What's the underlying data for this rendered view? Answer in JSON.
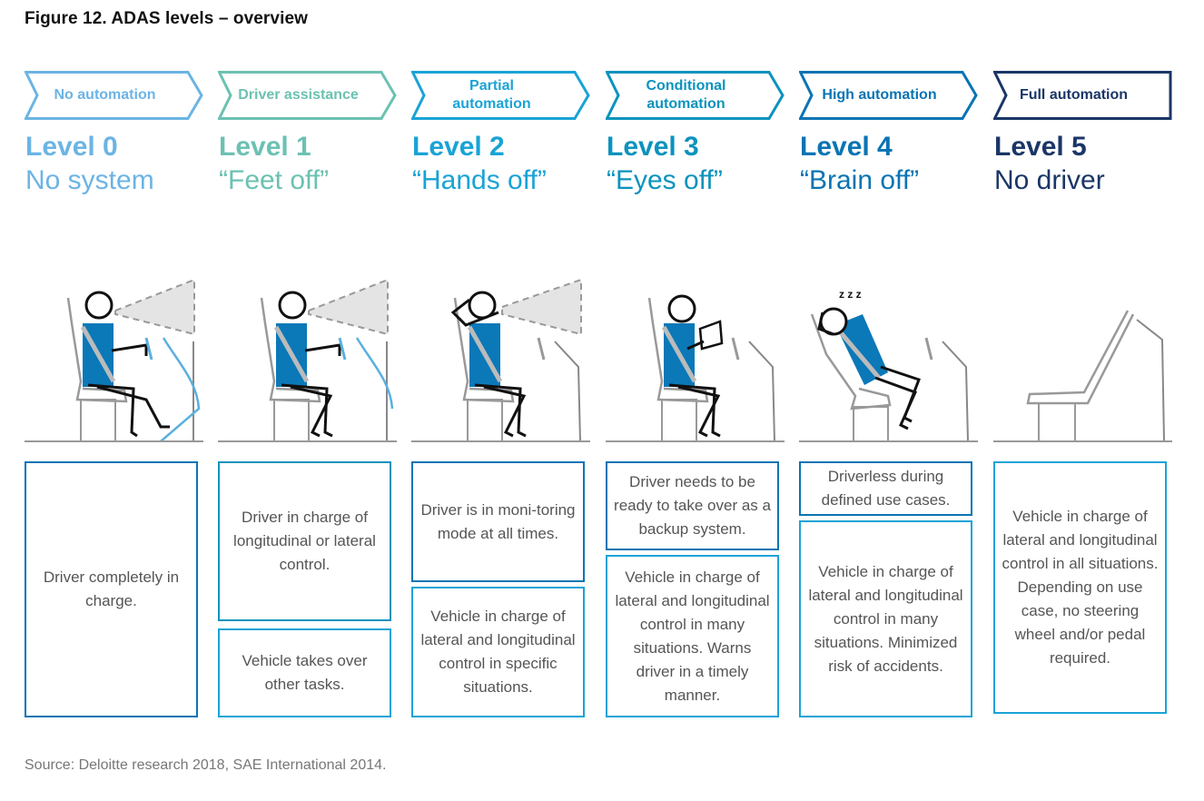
{
  "figure_title": "Figure 12. ADAS levels – overview",
  "levels": [
    {
      "automation": "No automation",
      "level": "Level 0",
      "subtitle": "No system",
      "color": "#6cb4e4",
      "driver_role": "Driver completely in charge."
    },
    {
      "automation": "Driver assistance",
      "level": "Level 1",
      "subtitle": "“Feet off”",
      "color": "#6cc1b2",
      "driver_role": "Driver in charge of longitudinal or lateral control.",
      "vehicle_role": "Vehicle takes over other tasks."
    },
    {
      "automation": "Partial\nautomation",
      "level": "Level 2",
      "subtitle": "“Hands off”",
      "color": "#1aa3d6",
      "driver_role": "Driver is in moni-toring mode at all times.",
      "vehicle_role": "Vehicle in charge of lateral and longitudinal control in specific situations."
    },
    {
      "automation": "Conditional\nautomation",
      "level": "Level 3",
      "subtitle": "“Eyes off”",
      "color": "#0b93bd",
      "driver_role": "Driver needs to be ready to take over as a backup system.",
      "vehicle_role": "Vehicle in charge of lateral and longitudinal control in many situations. Warns driver in a timely manner."
    },
    {
      "automation": "High automation",
      "level": "Level 4",
      "subtitle": "“Brain off”",
      "color": "#0a74b3",
      "driver_role": "Driverless during defined use cases.",
      "vehicle_role": "Vehicle in charge of lateral and longitudinal control in many situations. Minimized risk of accidents."
    },
    {
      "automation": "Full automation",
      "level": "Level 5",
      "subtitle": "No driver",
      "color": "#1b3667",
      "vehicle_role": "Vehicle in charge of lateral and longitudinal control in all situations. Depending on use case, no steering wheel and/or pedal required."
    }
  ],
  "source": "Source: Deloitte research 2018, SAE International 2014."
}
